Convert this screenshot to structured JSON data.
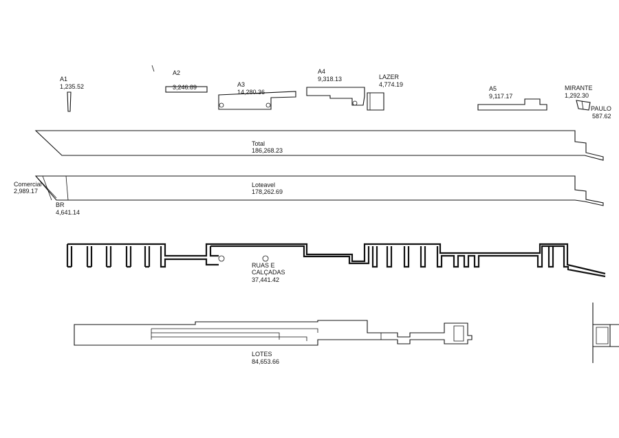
{
  "parcels": {
    "a1": {
      "name": "A1",
      "area": "1,235.52"
    },
    "a2": {
      "name": "A2",
      "area": "3,246.89"
    },
    "a3": {
      "name": "A3",
      "area": "14,280.36"
    },
    "a4": {
      "name": "A4",
      "area": "9,318.13"
    },
    "lazer": {
      "name": "LAZER",
      "area": "4,774.19"
    },
    "a5": {
      "name": "A5",
      "area": "9,117.17"
    },
    "mirante": {
      "name": "MIRANTE",
      "area": "1,292.30"
    },
    "paulo": {
      "name": "PAULO",
      "area": "587.62"
    },
    "total": {
      "name": "Total",
      "area": "186,268.23"
    },
    "comercial": {
      "name": "Comercial",
      "area": "2,989.17"
    },
    "loteavel": {
      "name": "Loteavel",
      "area": "178,262.69"
    },
    "br": {
      "name": "BR",
      "area": "4,641.14"
    },
    "ruas": {
      "name_line1": "RUAS E",
      "name_line2": "CALÇADAS",
      "area": "37,441.42"
    },
    "lotes": {
      "name": "LOTES",
      "area": "84,653.66"
    }
  }
}
